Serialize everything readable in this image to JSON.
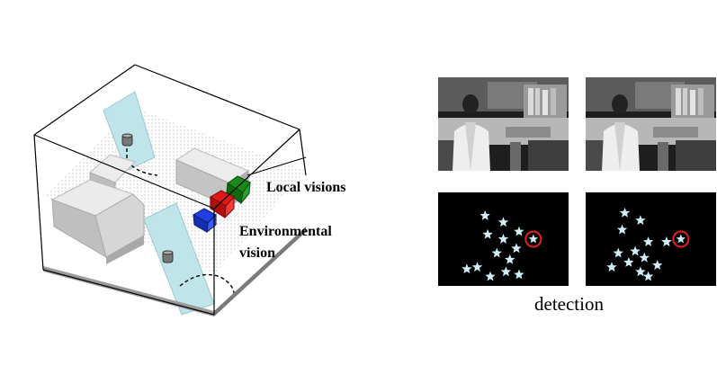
{
  "labels": {
    "local_visions": "Local visions",
    "environmental_vision_line1": "Environmental",
    "environmental_vision_line2": "vision",
    "detection": "detection"
  },
  "colors": {
    "room_edge": "#000000",
    "glass": "#bfe4ea",
    "furniture": "#cfcfcf",
    "floor_dots": "#9a9a9a",
    "camera_red": "#e01818",
    "camera_green": "#1b8a1b",
    "camera_blue": "#1f3fe0",
    "star_fill": "#cfeef6",
    "highlight_circle": "#d62020"
  },
  "star_panels": [
    {
      "stars": [
        [
          0.36,
          0.25
        ],
        [
          0.5,
          0.32
        ],
        [
          0.38,
          0.45
        ],
        [
          0.5,
          0.5
        ],
        [
          0.62,
          0.42
        ],
        [
          0.6,
          0.6
        ],
        [
          0.45,
          0.65
        ],
        [
          0.3,
          0.8
        ],
        [
          0.4,
          0.9
        ],
        [
          0.52,
          0.85
        ],
        [
          0.62,
          0.88
        ],
        [
          0.22,
          0.82
        ],
        [
          0.55,
          0.72
        ]
      ],
      "highlight": [
        0.73,
        0.5
      ]
    },
    {
      "stars": [
        [
          0.3,
          0.22
        ],
        [
          0.42,
          0.3
        ],
        [
          0.28,
          0.4
        ],
        [
          0.48,
          0.53
        ],
        [
          0.62,
          0.53
        ],
        [
          0.25,
          0.65
        ],
        [
          0.38,
          0.63
        ],
        [
          0.45,
          0.7
        ],
        [
          0.33,
          0.75
        ],
        [
          0.2,
          0.8
        ],
        [
          0.42,
          0.85
        ],
        [
          0.55,
          0.78
        ],
        [
          0.48,
          0.9
        ],
        [
          0.62,
          0.53
        ]
      ],
      "highlight": [
        0.73,
        0.5
      ]
    }
  ]
}
